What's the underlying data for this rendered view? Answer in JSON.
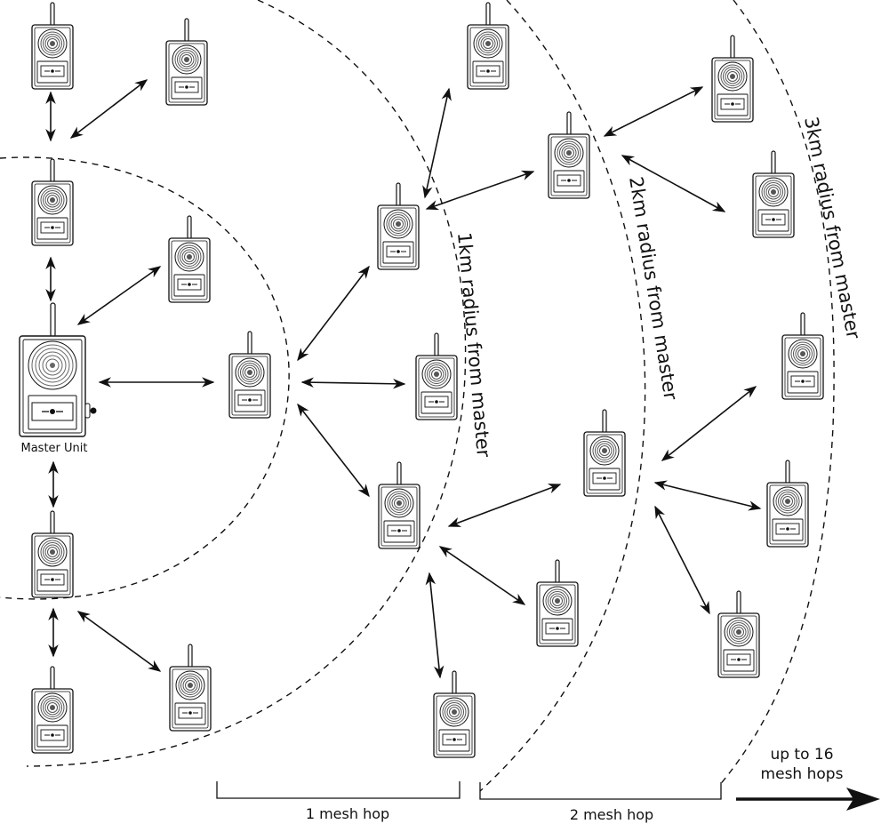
{
  "labels": {
    "master_unit": "Master Unit",
    "radius_1km": "1km radius from master",
    "radius_2km": "2km radius from master",
    "radius_3km": "3km radius from master",
    "hop_1": "1 mesh hop",
    "hop_2": "2 mesh hop",
    "up_to_line1": "up to 16",
    "up_to_line2": "mesh hops"
  },
  "colors": {
    "ink": "#111111",
    "background": "#ffffff"
  }
}
